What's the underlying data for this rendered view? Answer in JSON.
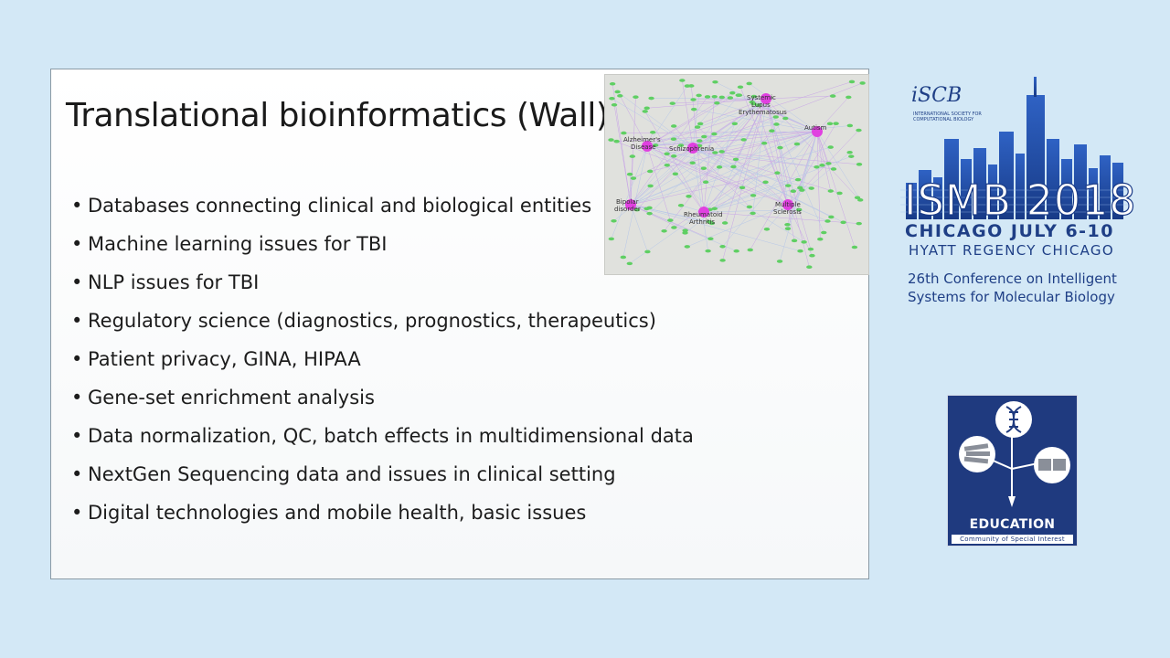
{
  "slide": {
    "title": "Translational bioinformatics (Wall)",
    "bullet_glyph": "•",
    "bullets": [
      "Databases connecting clinical and biological entities",
      "Machine learning issues for TBI",
      "NLP issues for TBI",
      "Regulatory science (diagnostics, prognostics, therapeutics)",
      "Patient privacy, GINA, HIPAA",
      "Gene-set enrichment analysis",
      "Data normalization, QC, batch effects in multidimensional data",
      "NextGen Sequencing data and issues in clinical setting",
      "Digital technologies and mobile health, basic issues"
    ],
    "network_labels": {
      "sle": "Systemic Lupus Erythematosus",
      "sle_1": "Systemic",
      "sle_2": "Lupus",
      "sle_3": "Erythematosus",
      "alz_1": "Alzheimer's",
      "alz_2": "Disease",
      "schizo": "Schizophrenia",
      "autism": "Autism",
      "bipolar_1": "Bipolar",
      "bipolar_2": "disorder",
      "ra_1": "Rheumatoid",
      "ra_2": "Arthritis",
      "ms_1": "Multiple",
      "ms_2": "Sclerosis"
    }
  },
  "ismb": {
    "org": "iSCB",
    "org_full": "INTERNATIONAL SOCIETY FOR COMPUTATIONAL BIOLOGY",
    "title": "ISMB 2018",
    "city_date": "CHICAGO  JULY 6-10",
    "venue": "HYATT REGENCY CHICAGO",
    "conf_line1": "26th Conference on Intelligent",
    "conf_line2": "Systems for Molecular Biology"
  },
  "edu": {
    "title": "EDUCATION",
    "subtitle": "Community of Special Interest"
  },
  "colors": {
    "background": "#d3e8f6",
    "brand_navy": "#1f3f86",
    "node_pink": "#e040e0",
    "node_green": "#5fcf63"
  }
}
